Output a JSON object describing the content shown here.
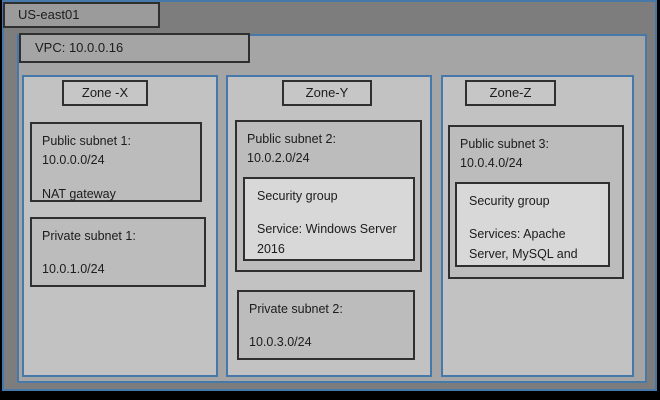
{
  "region": {
    "label": "US-east01"
  },
  "vpc": {
    "label": "VPC: 10.0.0.16"
  },
  "zones": [
    {
      "name": "Zone -X",
      "public_subnet": {
        "title": "Public subnet 1:",
        "cidr": "10.0.0.0/24",
        "extra": "NAT gateway"
      },
      "private_subnet": {
        "title": "Private subnet 1:",
        "cidr": "10.0.1.0/24"
      }
    },
    {
      "name": "Zone-Y",
      "public_subnet": {
        "title": "Public subnet 2:",
        "cidr": "10.0.2.0/24",
        "security_group": {
          "title": "Security group",
          "service": "Service: Windows Server 2016"
        }
      },
      "private_subnet": {
        "title": "Private subnet 2:",
        "cidr": "10.0.3.0/24"
      }
    },
    {
      "name": "Zone-Z",
      "public_subnet": {
        "title": "Public subnet 3:",
        "cidr": "10.0.4.0/24",
        "security_group": {
          "title": "Security group",
          "service": "Services: Apache Server, MySQL and"
        }
      }
    }
  ],
  "colors": {
    "blue_border": "#4678aa",
    "dark_border": "#2f2f2f",
    "region_fill": "#7d7d7d",
    "region_label_fill": "#9b9b9b",
    "vpc_fill": "#a5a5a5",
    "zone_fill": "#c2c2c2",
    "zone_label_fill": "#c6c6c6",
    "subnet_fill": "#bcbcbc",
    "security_fill": "#d8d8d8",
    "page_background": "#000000"
  }
}
